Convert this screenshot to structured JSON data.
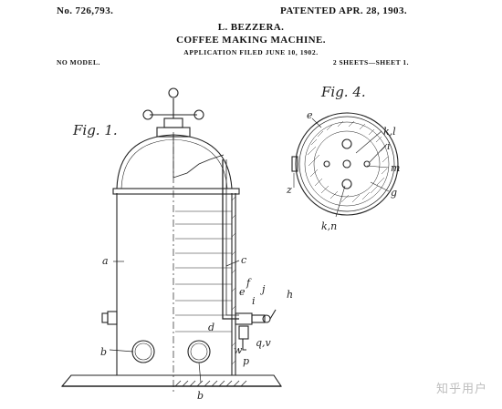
{
  "header": {
    "patent_number": "No. 726,793.",
    "patent_date": "PATENTED APR. 28, 1903.",
    "inventor": "L. BEZZERA.",
    "title": "COFFEE MAKING MACHINE.",
    "application": "APPLICATION FILED JUNE 10, 1902.",
    "model": "NO MODEL.",
    "sheets": "2 SHEETS—SHEET 1."
  },
  "figures": {
    "fig1_label": "Fig. 1.",
    "fig4_label": "Fig. 4."
  },
  "fig1_labels": {
    "a": "a",
    "b_left": "b",
    "b_bottom": "b",
    "c": "c",
    "d": "d",
    "e": "e",
    "f": "f",
    "i": "i",
    "j": "j",
    "h": "h",
    "q_v": "q,v",
    "w": "w",
    "p": "p"
  },
  "fig4_labels": {
    "e": "e",
    "k_l": "k,l",
    "i": "i",
    "m": "m",
    "z": "z",
    "g": "g",
    "k_n": "k,n"
  },
  "watermark": "知乎用户"
}
